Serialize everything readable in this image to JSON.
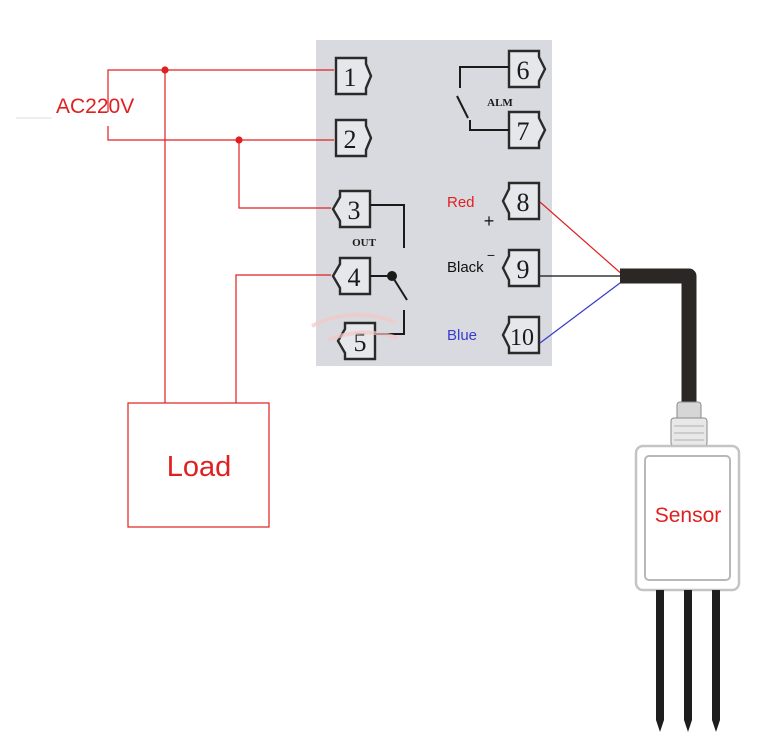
{
  "supply": {
    "label": "AC220V"
  },
  "controller": {
    "terminals": [
      "1",
      "2",
      "3",
      "4",
      "5",
      "6",
      "7",
      "8",
      "9",
      "10"
    ],
    "out_label": "OUT",
    "alm_label": "ALM",
    "plus_sign": "+",
    "minus_sign": "−"
  },
  "wires": {
    "red_label": "Red",
    "black_label": "Black",
    "blue_label": "Blue"
  },
  "load": {
    "label": "Load"
  },
  "sensor": {
    "label": "Sensor"
  },
  "colors": {
    "circuit_red": "#e02020",
    "wire_blue": "#3a3ad0",
    "wire_black": "#111111",
    "panel_gray": "#d9dadf",
    "cable": "#2b2724",
    "sensor_outline": "#c4c4c4"
  }
}
